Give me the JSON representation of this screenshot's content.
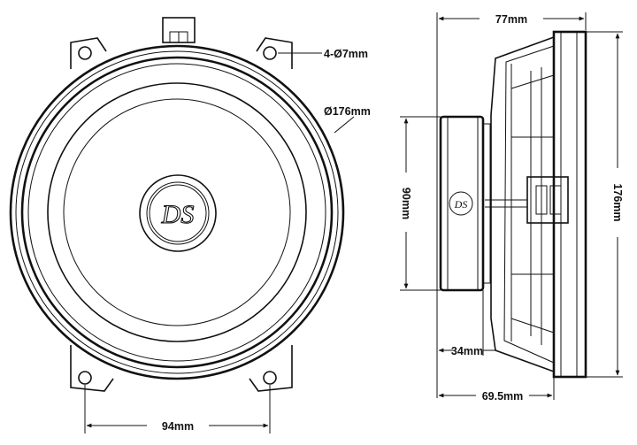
{
  "labels": {
    "holes": "4-Ø7mm",
    "diameter": "Ø176mm",
    "hole_spacing": "94mm",
    "frame_width": "77mm",
    "magnet_diameter": "90mm",
    "magnet_depth": "34mm",
    "mounting_depth": "69.5mm",
    "height": "176mm"
  },
  "logo": {
    "text": "DS"
  },
  "colors": {
    "line": "#111111",
    "background": "#ffffff"
  }
}
